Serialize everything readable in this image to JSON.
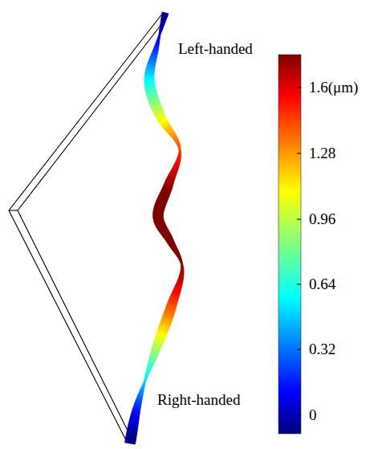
{
  "diagram": {
    "labels": [
      "Left-handed",
      "Right-handed",
      "1.6(μm)",
      "1.28",
      "0.96",
      "0.64",
      "0.32",
      "0"
    ]
  }
}
